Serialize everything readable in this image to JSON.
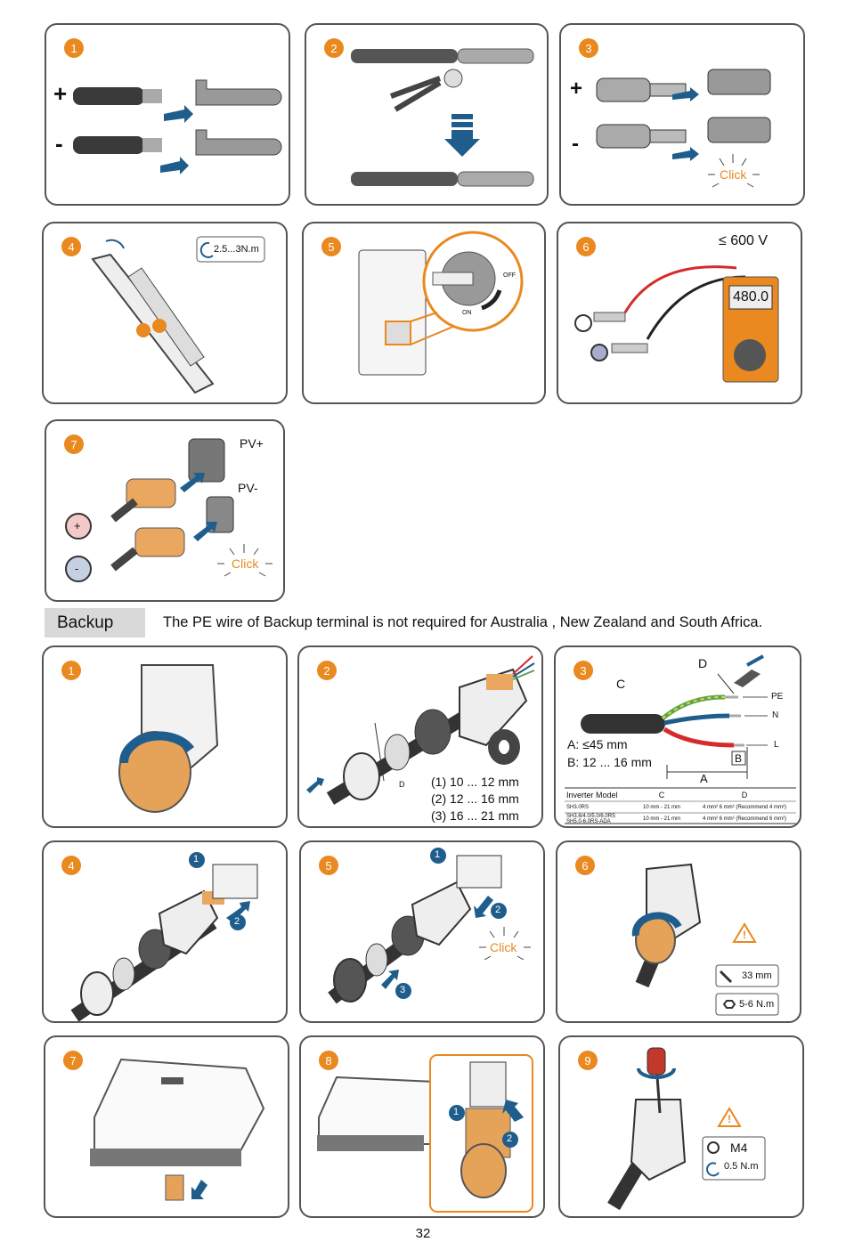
{
  "pv_section": {
    "panels": [
      {
        "step": "1",
        "plus": "+",
        "minus": "-"
      },
      {
        "step": "2"
      },
      {
        "step": "3",
        "plus": "+",
        "minus": "-",
        "click": "Click"
      },
      {
        "step": "4",
        "torque": "2.5...3N.m"
      },
      {
        "step": "5",
        "off_label": "OFF",
        "on_label": "ON"
      },
      {
        "step": "6",
        "voltage": "≤ 600 V",
        "meter_reading": "480.0"
      },
      {
        "step": "7",
        "pv_plus": "PV+",
        "pv_minus": "PV-",
        "plus": "+",
        "minus": "-",
        "click": "Click"
      }
    ]
  },
  "backup_section": {
    "tab_label": "Backup",
    "note": "The PE wire of Backup terminal is not required for Australia , New Zealand and South Africa.",
    "panels": [
      {
        "step": "1"
      },
      {
        "step": "2",
        "d_label": "D",
        "sizes": [
          "(1) 10 ... 12 mm",
          "(2) 12 ... 16 mm",
          "(3) 16 ... 21 mm"
        ]
      },
      {
        "step": "3",
        "c_label": "C",
        "d_label": "D",
        "pe": "PE",
        "n": "N",
        "l": "L",
        "a_spec": "A: ≤45 mm",
        "b_spec": "B: 12 ... 16 mm",
        "a_label": "A",
        "b_label": "B",
        "table": {
          "headers": [
            "Inverter Model",
            "C",
            "D"
          ],
          "rows": [
            [
              "SH3.0RS",
              "10 mm - 21 mm",
              "4 mm² 6 mm² (Recommend 4 mm²)"
            ],
            [
              "SH3.6/4.0/5.0/6.0RS SH5.0-6.0RS-ADA",
              "10 mm - 21 mm",
              "4 mm² 6 mm² (Recommend 6 mm²)"
            ]
          ]
        }
      },
      {
        "step": "4",
        "sub1": "1",
        "sub2": "2"
      },
      {
        "step": "5",
        "sub1": "1",
        "sub2": "2",
        "sub3": "3",
        "click": "Click"
      },
      {
        "step": "6",
        "wrench": "33 mm",
        "torque": "5-6 N.m",
        "warning": "!"
      },
      {
        "step": "7"
      },
      {
        "step": "8",
        "sub1": "1",
        "sub2": "2"
      },
      {
        "step": "9",
        "screw": "M4",
        "torque": "0.5 N.m",
        "warning": "!"
      }
    ]
  },
  "page_number": "32",
  "colors": {
    "accent": "#e9891f",
    "arrow": "#1f5e8c",
    "red_wire": "#d62b2b"
  }
}
